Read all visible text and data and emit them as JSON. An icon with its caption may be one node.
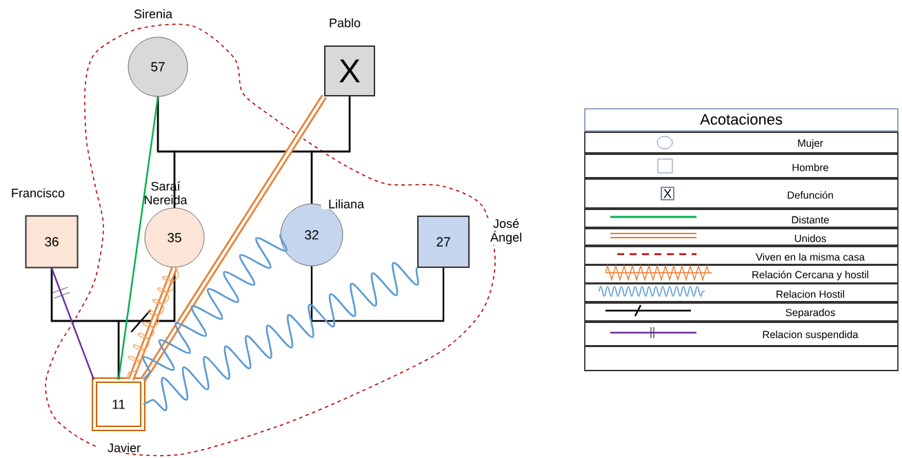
{
  "diagram": {
    "nodes": [
      {
        "text": [
          "57"
        ],
        "beside": [
          "Sirenia"
        ]
      },
      {
        "text": [
          "X"
        ],
        "beside": [
          "Pablo"
        ]
      },
      {
        "text": [
          "36"
        ],
        "beside": [
          "Francisco"
        ]
      },
      {
        "text": [
          "35"
        ],
        "beside": [
          "Saraí Nereida"
        ]
      },
      {
        "text": [
          "32"
        ],
        "beside": [
          "Liliana"
        ]
      },
      {
        "text": [
          "27"
        ],
        "beside": [
          "José Ángel"
        ]
      },
      {
        "text": [
          "11"
        ],
        "beside": [
          "Javier"
        ]
      }
    ],
    "edges": [
      {
        "from": 0,
        "to": 3,
        "arrow": "none"
      },
      {
        "from": 0,
        "to": 4,
        "arrow": "none"
      },
      {
        "from": 1,
        "to": 3,
        "arrow": "none"
      },
      {
        "from": 1,
        "to": 4,
        "arrow": "none"
      },
      {
        "from": 2,
        "to": 3,
        "arrow": "none"
      },
      {
        "from": 2,
        "to": 6,
        "arrow": "none"
      },
      {
        "from": 3,
        "to": 6,
        "arrow": "none"
      },
      {
        "from": 4,
        "to": 5,
        "arrow": "none"
      },
      {
        "from": 0,
        "to": 6,
        "arrow": "none",
        "color": "#00b050"
      },
      {
        "from": 1,
        "to": 6,
        "arrow": "none",
        "style": "thick",
        "color": "#ed7d31"
      },
      {
        "from": 3,
        "to": 6,
        "arrow": "none",
        "style": "thick",
        "color": "#ed7d31"
      },
      {
        "from": 3,
        "to": 6,
        "arrow": "none",
        "color": "#f4a460"
      },
      {
        "from": 4,
        "to": 6,
        "arrow": "none",
        "color": "#5b9bd5"
      },
      {
        "from": 5,
        "to": 6,
        "arrow": "none",
        "color": "#5b9bd5"
      },
      {
        "from": 2,
        "to": 6,
        "arrow": "none",
        "color": "#7030a0"
      }
    ],
    "labels": [
      "Acotaciones",
      "X"
    ],
    "legend": [
      {
        "text": "Mujer"
      },
      {
        "text": "Hombre"
      },
      {
        "text": "Defunción"
      },
      {
        "text": "Distante"
      },
      {
        "text": "Unidos"
      },
      {
        "text": "Viven en la misma casa"
      },
      {
        "text": "Relación Cercana y hostil"
      },
      {
        "text": "Relacion Hostil"
      },
      {
        "text": "Separados"
      },
      {
        "text": "Relacion suspendida"
      }
    ]
  }
}
